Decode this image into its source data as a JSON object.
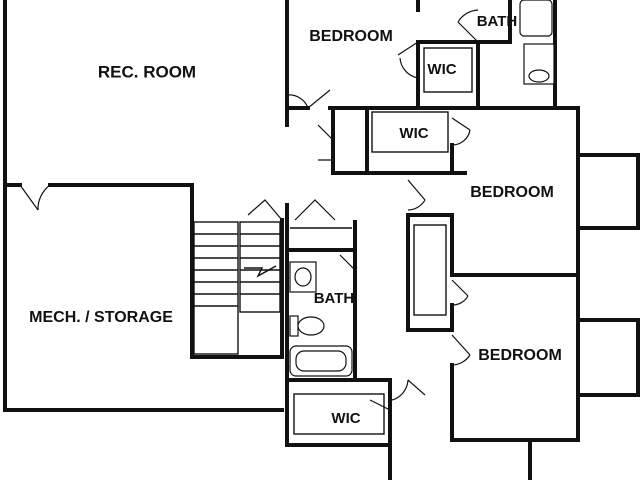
{
  "rooms": {
    "rec_room": "REC. ROOM",
    "mech_storage": "MECH. / STORAGE",
    "bedroom_top": "BEDROOM",
    "bedroom_right": "BEDROOM",
    "bedroom_lower": "BEDROOM",
    "bath_top": "BATH",
    "bath_middle": "BATH",
    "wic_top": "WIC",
    "wic_middle": "WIC",
    "wic_bottom": "WIC"
  }
}
